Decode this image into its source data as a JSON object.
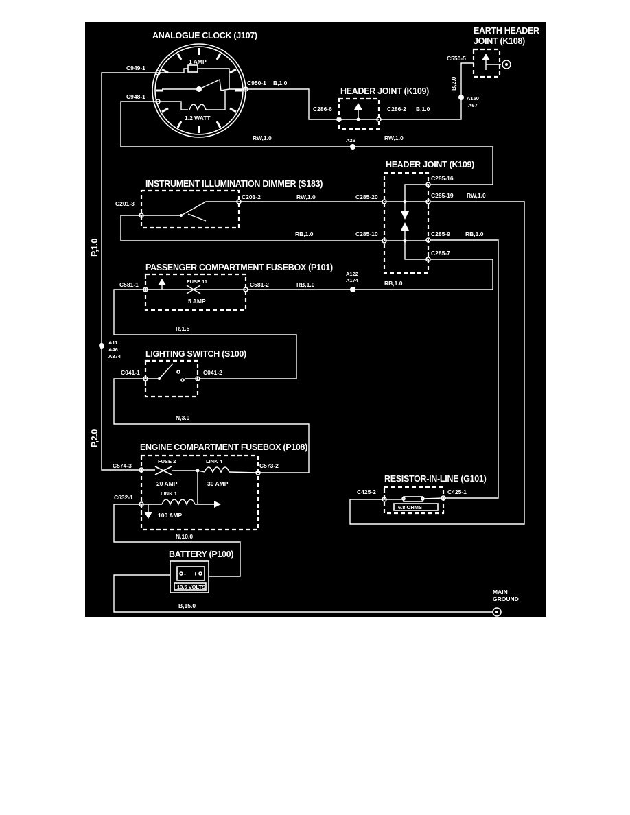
{
  "colors": {
    "background": "#000000",
    "ink": "#ffffff"
  },
  "components": {
    "clock": {
      "title": "ANALOGUE CLOCK (J107)",
      "fuse": "1 AMP",
      "bulb": "1.2 WATT",
      "pin_a": "C949-1",
      "pin_b": "C948-1",
      "pin_c": "C950-1"
    },
    "earth_header": {
      "title_line1": "EARTH HEADER",
      "title_line2": "JOINT (K108)",
      "pin": "C550-5"
    },
    "header_joint_top": {
      "title": "HEADER JOINT (K109)",
      "pin_left": "C286-6",
      "pin_right": "C286-2"
    },
    "dimmer": {
      "title": "INSTRUMENT ILLUMINATION DIMMER (S183)",
      "pin_left": "C201-3",
      "pin_right": "C201-2"
    },
    "header_joint_right": {
      "title": "HEADER JOINT (K109)",
      "pin_16": "C285-16",
      "pin_20": "C285-20",
      "pin_19": "C285-19",
      "pin_10": "C285-10",
      "pin_9": "C285-9",
      "pin_7": "C285-7"
    },
    "pass_fusebox": {
      "title": "PASSENGER COMPARTMENT FUSEBOX (P101)",
      "fuse": "FUSE 11",
      "rating": "5 AMP",
      "pin_left": "C581-1",
      "pin_right": "C581-2"
    },
    "lighting_switch": {
      "title": "LIGHTING SWITCH (S100)",
      "pin_left": "C041-1",
      "pin_right": "C041-2"
    },
    "engine_fusebox": {
      "title": "ENGINE COMPARTMENT FUSEBOX (P108)",
      "fuse2": "FUSE 2",
      "fuse2_rating": "20 AMP",
      "link4": "LINK 4",
      "link4_rating": "30 AMP",
      "link1": "LINK 1",
      "link1_rating": "100 AMP",
      "pin_a": "C574-3",
      "pin_b": "C573-2",
      "pin_c": "C632-1"
    },
    "resistor": {
      "title": "RESISTOR-IN-LINE (G101)",
      "value": "6.8 OHMS",
      "pin_left": "C425-2",
      "pin_right": "C425-1"
    },
    "battery": {
      "title": "BATTERY (P100)",
      "neg": "-",
      "pos": "+",
      "voltage": "13.5 VOLTS"
    },
    "main_ground": {
      "line1": "MAIN",
      "line2": "GROUND"
    }
  },
  "wires": {
    "b_1_0": "B,1.0",
    "b_1_0_b": "B,1.0",
    "b_2_0": "B,2.0",
    "rw_1": "RW,1.0",
    "rw_2": "RW,1.0",
    "rw_3": "RW,1.0",
    "rw_4": "RW,1.0",
    "rb_1": "RB,1.0",
    "rb_2": "RB,1.0",
    "rb_3": "RB,1.0",
    "rb_4": "RB,1.0",
    "r_1_5": "R,1.5",
    "n_3_0": "N,3.0",
    "n_10_0": "N,10.0",
    "b_15_0": "B,15.0",
    "p_1_0": "P,1.0",
    "p_2_0": "P,2.0"
  },
  "splices": {
    "a150": "A150",
    "a67": "A67",
    "a26": "A26",
    "a122": "A122",
    "a174": "A174",
    "a11": "A11",
    "a46": "A46",
    "a374": "A374"
  }
}
